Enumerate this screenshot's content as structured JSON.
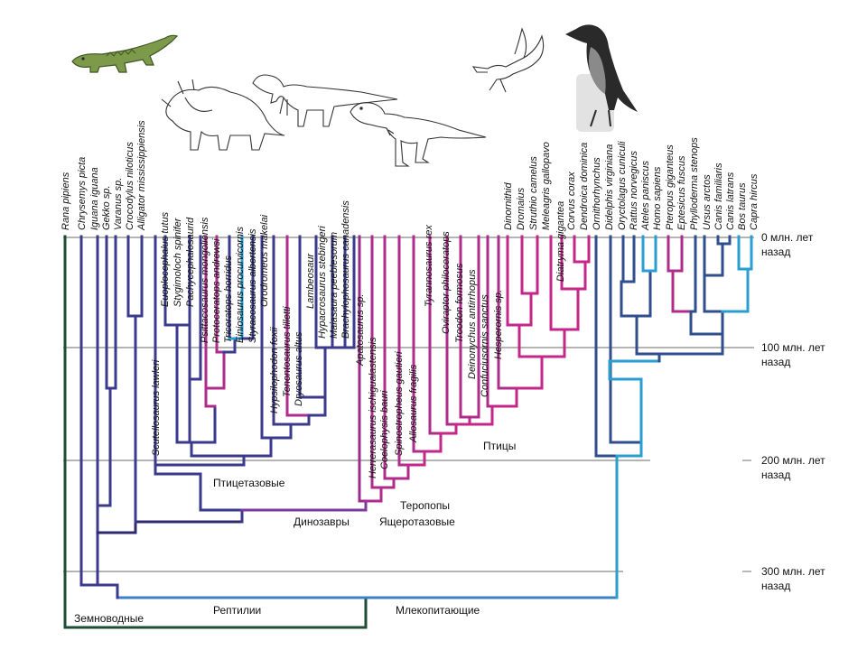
{
  "colors": {
    "amphibian": "#1e4d33",
    "reptile": "#3b3a8c",
    "reptile_dark": "#2f2a6e",
    "ornithischian": "#5a3a9a",
    "saurischian": "#b02c8c",
    "bird": "#c4268a",
    "mammal": "#2a9ed0",
    "mammal_dark": "#2f4e8e",
    "time_line": "#888888"
  },
  "time_scale": {
    "unit": "млн. лет назад",
    "marks": [
      {
        "label": "0 млн. лет",
        "sub": "назад",
        "value": 0
      },
      {
        "label": "100 млн. лет",
        "sub": "назад",
        "value": 100
      },
      {
        "label": "200 млн. лет",
        "sub": "назад",
        "value": 200
      },
      {
        "label": "300 млн. лет",
        "sub": "назад",
        "value": 300
      }
    ]
  },
  "taxa": [
    "Rana pipiens",
    "Chrysemys picta",
    "Iguana iguana",
    "Gekko sp.",
    "Varanus sp.",
    "Crocodylus niloticus",
    "Alligator mississippiensis",
    "Scutellosaurus lawleri",
    "Euoplocephalus tutus",
    "Stygimoloch spinifer",
    "Pachycephalosaurid",
    "Psittacosaurus mongoliensis",
    "Protoceratops andrewsi",
    "Triceratops horridus",
    "Einiosaurus procurvicornis",
    "Styracosaurus albertensis",
    "Orodromeus makelai",
    "Hypsilophodon foxii",
    "Tenontosaurus tilletti",
    "Dryosaurus altus",
    "Lambeosaur",
    "Hypacrosaurus stebingeri",
    "Maiasaura peeblesorum",
    "Brachylophosaurus canadensis",
    "Apatosaurus sp.",
    "Herrerasaurus ischigualastensis",
    "Coelophysis bauri",
    "Spinostropheus gautieri",
    "Allosaurus fragilis",
    "Tyrannosaurus rex",
    "Oviraptor philoceratops",
    "Troodon formosus",
    "Deinonychus antirrhopus",
    "Confuciusornis sanctus",
    "Hesperornis sp.",
    "Dinornithid",
    "Dromaius",
    "Struthio camelus",
    "Meleagris gallopavo",
    "Diatryma gigantea",
    "Corvus corax",
    "Dendroica dominica",
    "Ornithorhynchus",
    "Didelphis virginiana",
    "Oryctolagus cuniculi",
    "Rattus norvegicus",
    "Ateles paniscus",
    "Homo sapiens",
    "Pteropus giganteus",
    "Eptesicus fuscus",
    "Phyllodermа stenops",
    "Ursus arctos",
    "Canis familiaris",
    "Canis latrans",
    "Bos taurus",
    "Capra hircus"
  ],
  "clades": {
    "amphibians": "Земноводные",
    "reptiles": "Рептилии",
    "mammals": "Млекопитающие",
    "dinosaurs": "Динозавры",
    "ornithischians": "Птицетазовые",
    "saurischians": "Ящеротазовые",
    "theropods": "Теропопы",
    "birds": "Птицы"
  },
  "illustrations": [
    "crocodile",
    "triceratops",
    "hadrosaur",
    "tyrannosaur",
    "archaeopteryx",
    "crow"
  ]
}
